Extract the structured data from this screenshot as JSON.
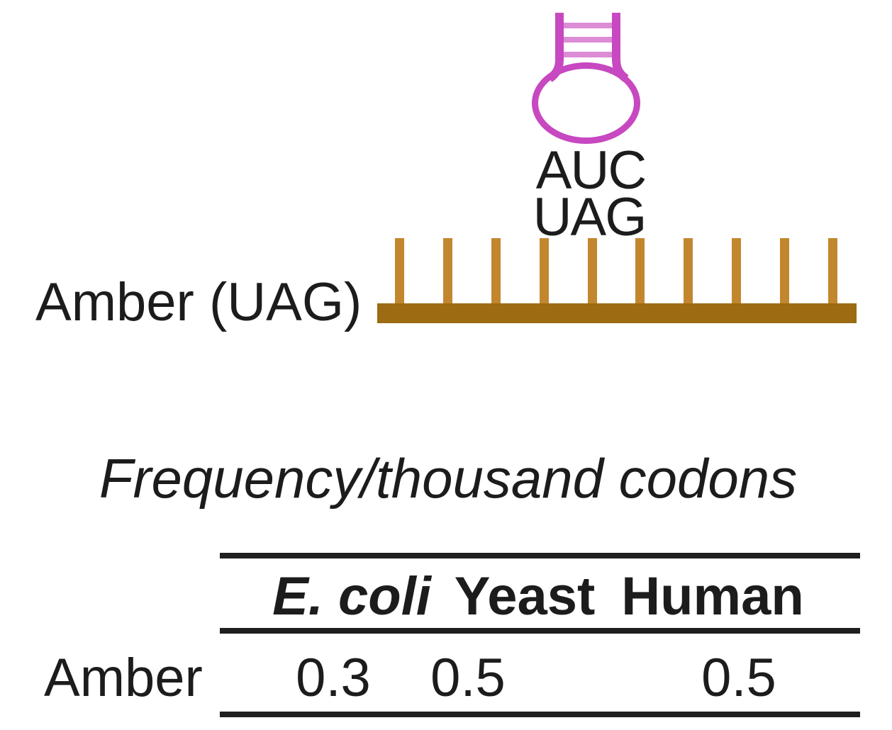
{
  "figure": {
    "description_label": "stop-codon suppression diagram"
  },
  "trna": {
    "anticodon": "AUC",
    "codon": "UAG"
  },
  "mrna": {
    "label": "Amber (UAG)",
    "tick_count": 10
  },
  "table": {
    "title": "Frequency/thousand codons",
    "columns": [
      "E. coli",
      "Yeast",
      "Human"
    ],
    "rows": [
      {
        "label": "Amber",
        "values": [
          "0.3",
          "0.5",
          "0.5"
        ]
      }
    ]
  },
  "colors": {
    "background": "#ffffff",
    "text": "#1c1c1c",
    "trna_outline": "#c748c0",
    "trna_rung": "#dd8cd6",
    "mrna_bar": "#9c6b12",
    "mrna_tick": "#c2872e",
    "table_rule": "#1f1f1f"
  }
}
